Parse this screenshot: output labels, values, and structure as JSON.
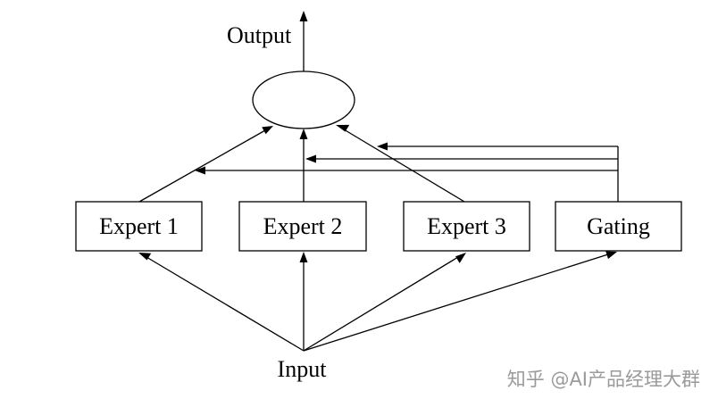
{
  "diagram": {
    "output_label": "Output",
    "input_label": "Input",
    "boxes": [
      {
        "id": "expert1",
        "label": "Expert 1"
      },
      {
        "id": "expert2",
        "label": "Expert 2"
      },
      {
        "id": "expert3",
        "label": "Expert 3"
      },
      {
        "id": "gating",
        "label": "Gating"
      }
    ],
    "combiner_shape": "ellipse"
  },
  "watermark": {
    "text": "知乎 @AI产品经理大群"
  },
  "colors": {
    "line": "#000000",
    "background": "#ffffff",
    "watermark": "#9a9a9a"
  }
}
